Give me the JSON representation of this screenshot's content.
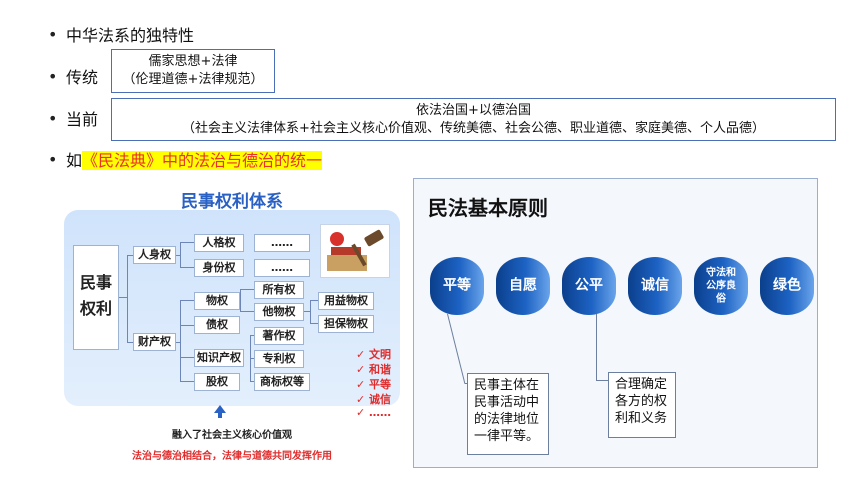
{
  "bullets": [
    {
      "text": "中华法系的独特性"
    },
    {
      "text": "传统",
      "box": [
        "儒家思想+法律",
        "（伦理道德+法律规范）"
      ]
    },
    {
      "text": "当前",
      "box": [
        "依法治国+以德治国",
        "（社会主义法律体系+社会主义核心价值观、传统美德、社会公德、职业道德、家庭美德、个人品德）"
      ]
    },
    {
      "prefix": "如",
      "highlight": "《民法典》中的法治与德治的统一"
    }
  ],
  "rights": {
    "title": "民事权利体系",
    "root": [
      "民事",
      "权利"
    ],
    "personal": "人身权",
    "personality": "人格权",
    "identity": "身份权",
    "dots": "……",
    "property": "财产权",
    "real_right": "物权",
    "ownership": "所有权",
    "other_right": "他物权",
    "usufruct": "用益物权",
    "security": "担保物权",
    "debt": "债权",
    "ip": "知识产权",
    "copyright": "著作权",
    "patent": "专利权",
    "trademark": "商标权等",
    "stock": "股权",
    "checks": [
      "✓ 文明",
      "✓ 和谐",
      "✓ 平等",
      "✓ 诚信",
      "✓ ……"
    ],
    "core_values": "融入了社会主义核心价值观",
    "combine": "法治与德治相结合，法律与道德共同发挥作用"
  },
  "principles": {
    "title": "民法基本原则",
    "items": [
      "平等",
      "自愿",
      "公平",
      "诚信",
      "守法和公序良俗",
      "绿色"
    ],
    "callout_equal": "民事主体在民事活动中的法律地位一律平等。",
    "callout_fair": "合理确定各方的权利和义务"
  },
  "colors": {
    "accent": "#2a61c4",
    "highlight": "#ffff00",
    "red": "#e02c2c"
  }
}
